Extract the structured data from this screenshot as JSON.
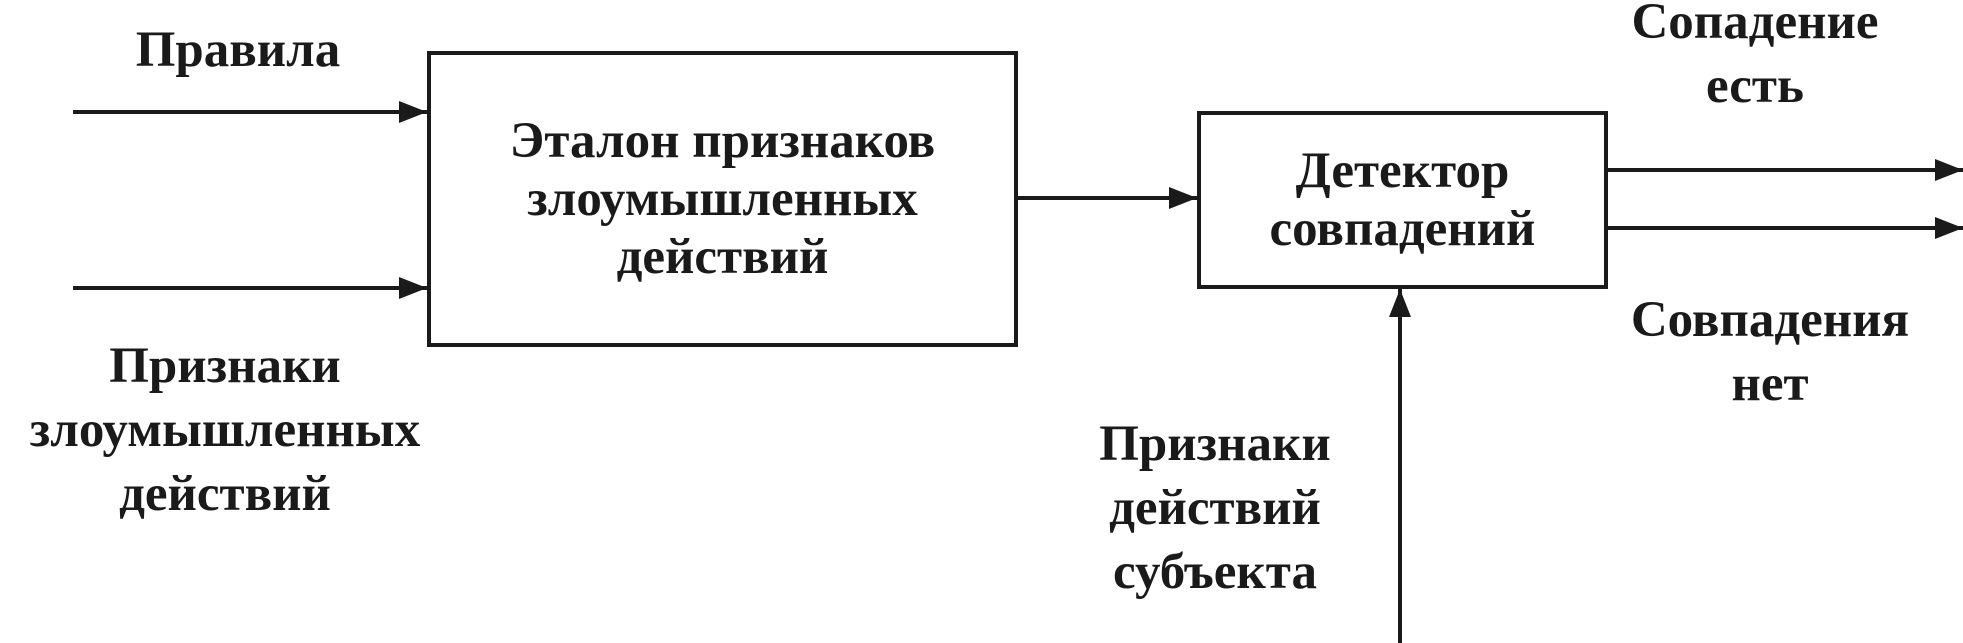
{
  "inputs": {
    "rules": "Правила",
    "malicious_features": [
      "Признаки",
      "злоумышленных",
      "действий"
    ],
    "subject_features": [
      "Признаки",
      "действий",
      "субъекта"
    ]
  },
  "blocks": {
    "reference": [
      "Эталон признаков",
      "злоумышленных",
      "действий"
    ],
    "detector": [
      "Детектор",
      "совпадений"
    ]
  },
  "outputs": {
    "match_yes": [
      "Сопадение",
      "есть"
    ],
    "match_no": [
      "Совпадения",
      "нет"
    ]
  }
}
